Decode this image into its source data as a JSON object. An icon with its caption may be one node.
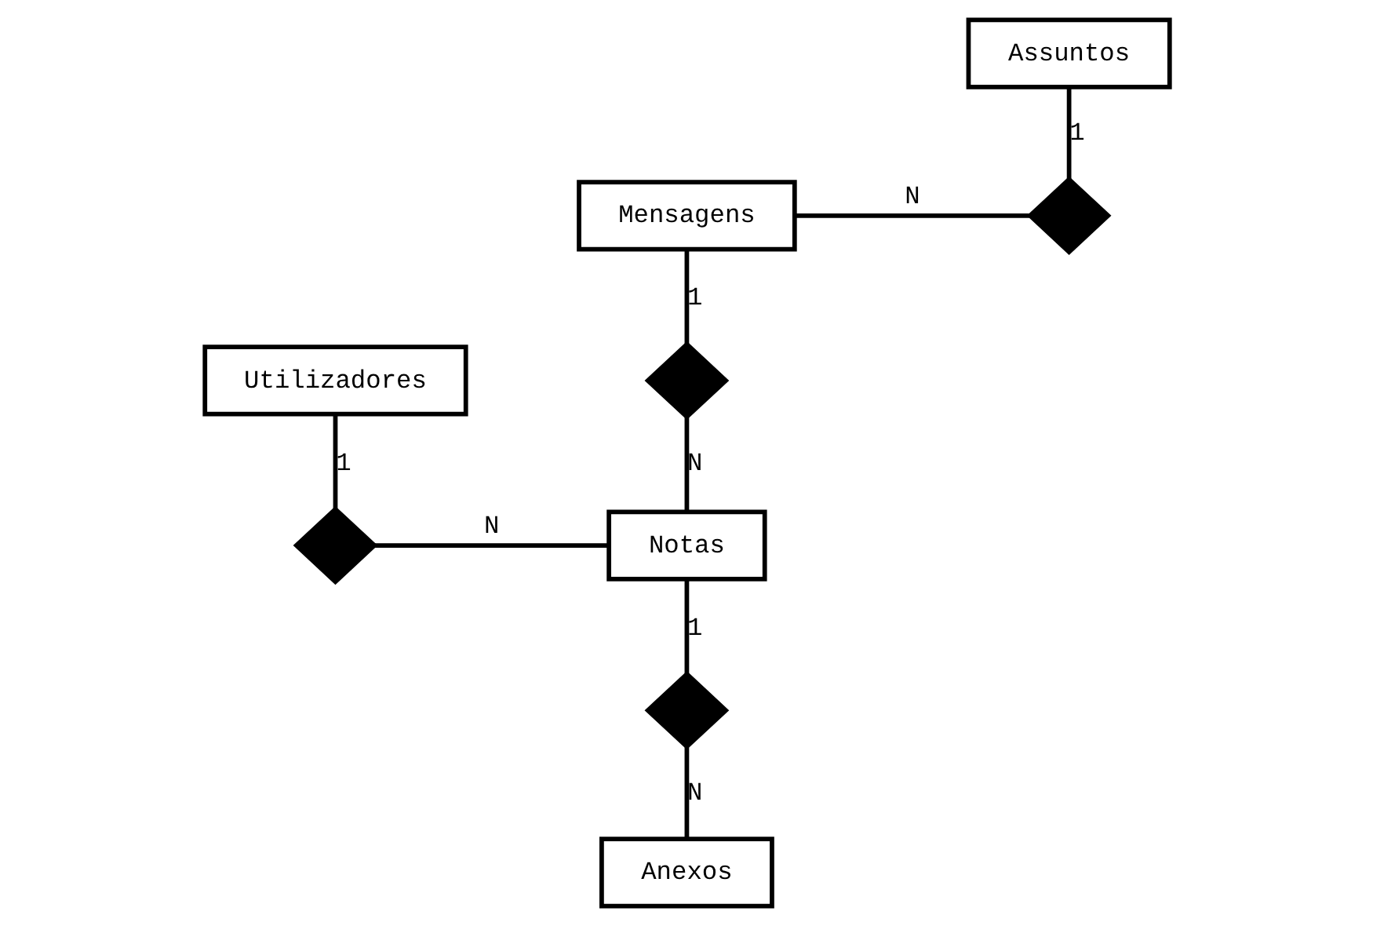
{
  "diagram": {
    "nodes": [
      {
        "text": [
          "Assuntos"
        ]
      },
      {
        "text": [
          "Utilizadores"
        ]
      },
      {
        "text": [
          "Mensagens"
        ]
      },
      {
        "text": [],
        "shape": "diamond"
      },
      {
        "text": [],
        "shape": "diamond"
      },
      {
        "text": [],
        "shape": "diamond"
      },
      {
        "text": [
          "Notas"
        ]
      },
      {
        "text": [],
        "shape": "diamond"
      },
      {
        "text": [
          "Anexos"
        ]
      }
    ],
    "edges": [
      {
        "from": 0,
        "to": 3,
        "arrow": "none",
        "label": "1"
      },
      {
        "from": 2,
        "to": 3,
        "arrow": "none",
        "label": "N"
      },
      {
        "from": 2,
        "to": 4,
        "arrow": "none",
        "label": "1"
      },
      {
        "from": 4,
        "to": 6,
        "arrow": "none",
        "label": "N"
      },
      {
        "from": 1,
        "to": 5,
        "arrow": "none",
        "label": "1"
      },
      {
        "from": 5,
        "to": 6,
        "arrow": "none",
        "label": "N"
      },
      {
        "from": 6,
        "to": 7,
        "arrow": "none",
        "label": "1"
      },
      {
        "from": 7,
        "to": 8,
        "arrow": "none",
        "label": "N"
      }
    ]
  }
}
